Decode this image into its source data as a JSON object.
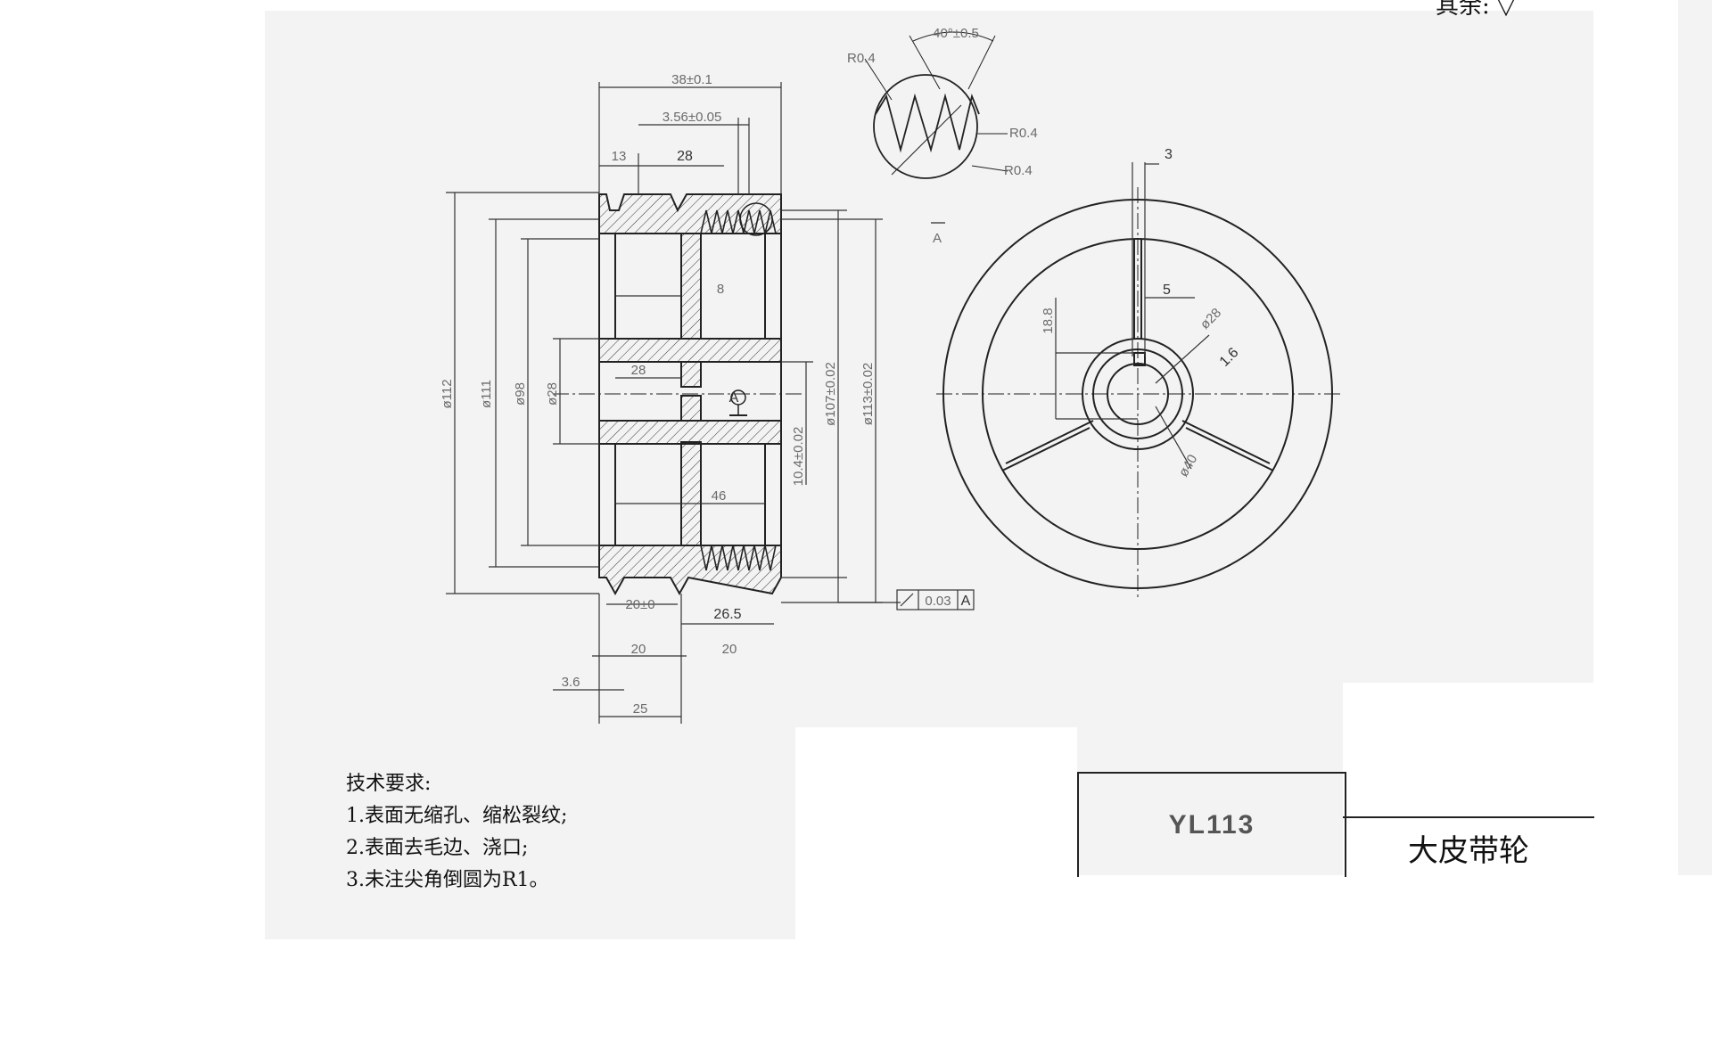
{
  "drawing": {
    "part_code": "YL113",
    "part_name": "大皮带轮",
    "corner_note": "其余:",
    "technical_requirements": {
      "heading": "技术要求:",
      "items": [
        "1.表面无缩孔、缩松裂纹;",
        "2.表面去毛边、浇口;",
        "3.未注尖角倒圆为R1。"
      ]
    },
    "dimensions": {
      "overall_width": "38±0.1",
      "groove_pitch": "3.56±0.05",
      "dim_28_top": "28",
      "dim_13_top": "13",
      "dim_3": "3",
      "detail_tooth_angle": "40°±0.5",
      "detail_r_top": "R0.4",
      "detail_r_right": "R0.4",
      "detail_r_bottom": "R0.4",
      "dim_20": "20±0",
      "dim_26_5": "26.5",
      "dim_20_bot": "20",
      "dim_20_bot2": "20",
      "dim_3_6": "3.6",
      "dim_25": "25",
      "dim_8": "8",
      "dim_46": "46",
      "dim_28_hub": "28",
      "dia_107": "ø107±0.02",
      "dia_113": "ø113±0.02",
      "dia_10": "10.4±0.02",
      "dia_outer": "ø112",
      "dia_111": "ø111",
      "dia_98": "ø98",
      "dia_28": "ø28",
      "keyway_5": "5",
      "keyway_depth": "18.8",
      "bore": "ø28",
      "finish_1_6": "1.6",
      "hub_dia": "ø40",
      "runout_value": "0.03",
      "datum": "A",
      "view_label": "A"
    }
  }
}
